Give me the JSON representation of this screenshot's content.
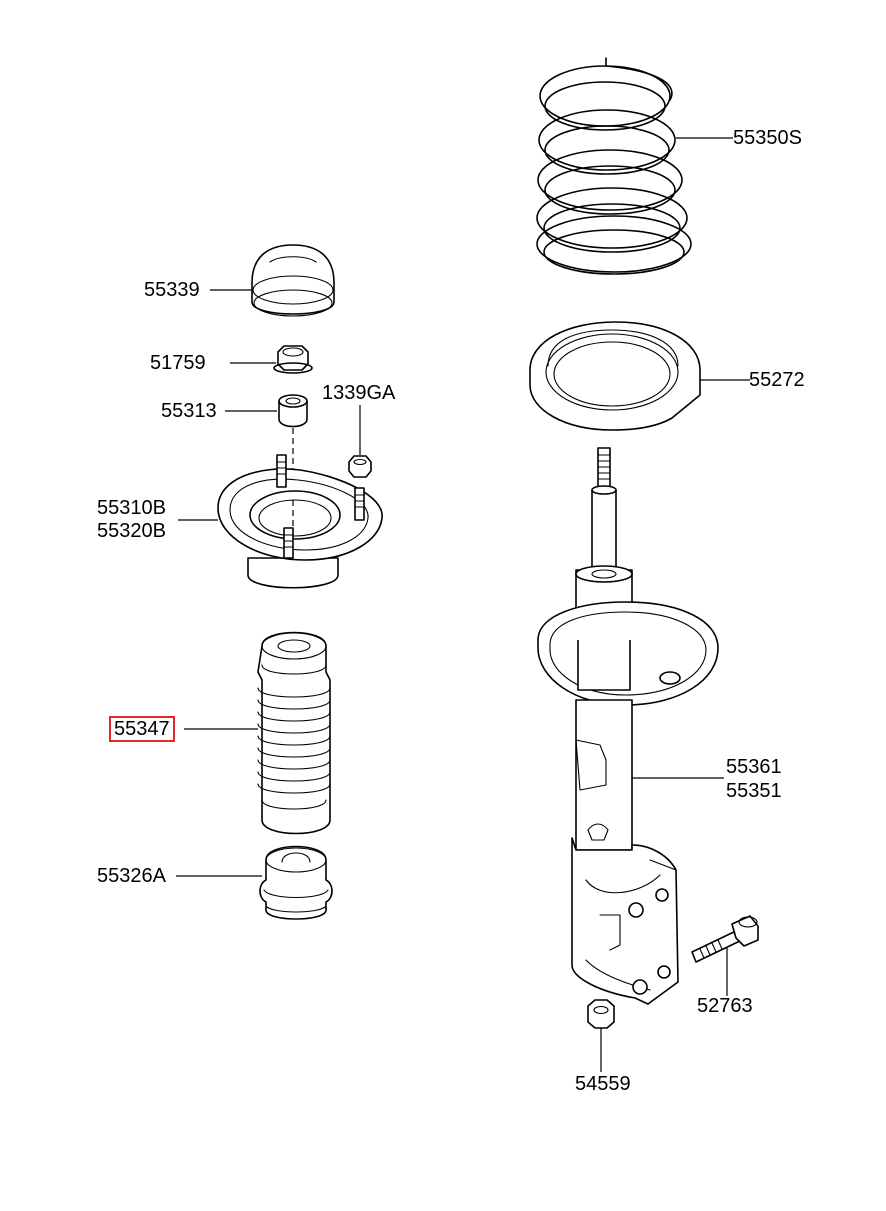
{
  "labels": {
    "p55350S": "55350S",
    "p55339": "55339",
    "p51759": "51759",
    "p55313": "55313",
    "p1339GA": "1339GA",
    "p55272": "55272",
    "p55310B": "55310B",
    "p55320B": "55320B",
    "p55347": "55347",
    "p55361": "55361",
    "p55351": "55351",
    "p55326A": "55326A",
    "p52763": "52763",
    "p54559": "54559"
  },
  "highlight": {
    "part": "55347",
    "color": "#e3282b"
  }
}
